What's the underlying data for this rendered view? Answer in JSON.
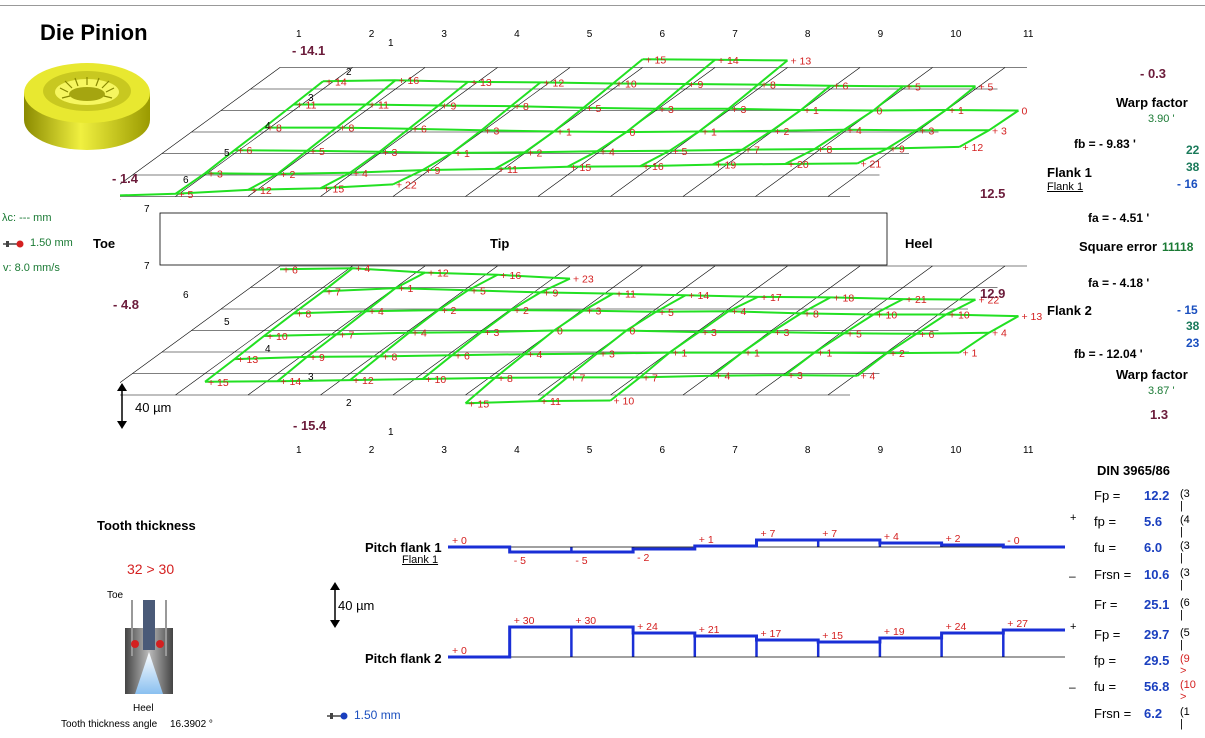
{
  "title": "Die Pinion",
  "left_panel": {
    "lambda_c": "λc: --- mm",
    "probe": "1.50 mm",
    "velocity": "v:  8.0 mm/s",
    "scale": "40 µm"
  },
  "topo": {
    "col_numbers": [
      "1",
      "2",
      "3",
      "4",
      "5",
      "6",
      "7",
      "8",
      "9",
      "10",
      "11"
    ],
    "row_numbers": [
      "1",
      "2",
      "3",
      "4",
      "5",
      "6",
      "7"
    ],
    "toe": "Toe",
    "tip": "Tip",
    "heel": "Heel",
    "corner_values": {
      "f1_top_left": "- 14.1",
      "f1_bottom_left": "- 1.4",
      "f1_right_top": "- 0.3",
      "f1_right_bottom": "12.5",
      "f2_top_left": "- 4.8",
      "f2_bottom_left": "- 15.4",
      "f2_right_top": "12.9",
      "f2_right_bottom": "1.3"
    },
    "flank1_rows": [
      [
        "",
        "",
        "",
        "",
        "",
        "15",
        "14",
        "13",
        "",
        "",
        ""
      ],
      [
        "",
        "14",
        "16",
        "13",
        "12",
        "10",
        "9",
        "8",
        "6",
        "5",
        "5"
      ],
      [
        "",
        "11",
        "11",
        "9",
        "8",
        "5",
        "3",
        "3",
        "1",
        "0",
        "1",
        "0"
      ],
      [
        "",
        "8",
        "8",
        "6",
        "3",
        "1",
        "0",
        "1",
        "2",
        "4",
        "3",
        "3"
      ],
      [
        "",
        "6",
        "5",
        "3",
        "1",
        "2",
        "4",
        "5",
        "7",
        "8",
        "9",
        "12"
      ],
      [
        "",
        "3",
        "2",
        "4",
        "9",
        "11",
        "15",
        "16",
        "19",
        "20",
        "21"
      ],
      [
        "1",
        "5",
        "12",
        "15",
        "22"
      ]
    ],
    "flank2_rows": [
      [
        "6",
        "4",
        "12",
        "16",
        "23"
      ],
      [
        "",
        "7",
        "1",
        "5",
        "9",
        "11",
        "14",
        "17",
        "18",
        "21",
        "22"
      ],
      [
        "",
        "8",
        "4",
        "2",
        "2",
        "3",
        "5",
        "4",
        "8",
        "10",
        "10",
        "13"
      ],
      [
        "",
        "10",
        "7",
        "4",
        "3",
        "0",
        "0",
        "3",
        "3",
        "5",
        "6",
        "4"
      ],
      [
        "",
        "13",
        "9",
        "8",
        "6",
        "4",
        "3",
        "1",
        "1",
        "1",
        "2",
        "1"
      ],
      [
        "",
        "15",
        "14",
        "12",
        "10",
        "8",
        "7",
        "7",
        "4",
        "3",
        "4"
      ],
      [
        "",
        "",
        "",
        "",
        "",
        "15",
        "11",
        "10",
        "",
        "",
        ""
      ]
    ]
  },
  "right_panel": {
    "warp1_label": "Warp factor",
    "warp1_value": "3.90 '",
    "fb1": "fb = - 9.83 '",
    "flank1": "Flank 1",
    "flank1_link": "Flank 1",
    "fa1": "fa = - 4.51 '",
    "square_error_label": "Square error",
    "square_error_value": "11118",
    "fa2": "fa = - 4.18 '",
    "flank2": "Flank 2",
    "fb2": "fb = - 12.04 '",
    "warp2_label": "Warp factor",
    "warp2_value": "3.87 '",
    "cut1": [
      "22",
      "38",
      "- 16"
    ],
    "cut2": [
      "- 15",
      "38",
      "23"
    ]
  },
  "tooth_thickness": {
    "label": "Tooth thickness",
    "value": "32 > 30",
    "toe": "Toe",
    "heel": "Heel",
    "angle_label": "Tooth thickness angle",
    "angle_value": "16.3902 °"
  },
  "pitch": {
    "flank1_label": "Pitch flank 1",
    "flank1_link": "Flank 1",
    "flank2_label": "Pitch flank 2",
    "scale": "40 µm",
    "probe": "1.50 mm",
    "flank1_values": [
      0,
      -5,
      -5,
      -2,
      1,
      7,
      7,
      4,
      2,
      0
    ],
    "flank1_labels": [
      "+ 0",
      "- 5",
      "- 5",
      "- 2",
      "+ 1",
      "+ 7",
      "+ 7",
      "+ 4",
      "+ 2",
      "- 0"
    ],
    "flank2_values": [
      0,
      30,
      30,
      24,
      21,
      17,
      15,
      19,
      24,
      27
    ],
    "flank2_labels": [
      "+ 0",
      "+ 30",
      "+ 30",
      "+ 24",
      "+ 21",
      "+ 17",
      "+ 15",
      "+ 19",
      "+ 24",
      "+ 27"
    ]
  },
  "din": {
    "title": "DIN 3965/86",
    "plus1": "+",
    "minus1": "–",
    "plus2": "+",
    "minus2": "–",
    "rows": [
      {
        "name": "Fp =",
        "value": "12.2",
        "rank": "(3 |"
      },
      {
        "name": "fp =",
        "value": "5.6",
        "rank": "(4 |"
      },
      {
        "name": "fu =",
        "value": "6.0",
        "rank": "(3 |"
      },
      {
        "name": "Frsn =",
        "value": "10.6",
        "rank": "(3 |"
      },
      {
        "name": "Fr =",
        "value": "25.1",
        "rank": "(6 |"
      },
      {
        "name": "Fp =",
        "value": "29.7",
        "rank": "(5 |"
      },
      {
        "name": "fp =",
        "value": "29.5",
        "rank": "(9 >"
      },
      {
        "name": "fu =",
        "value": "56.8",
        "rank": "(10 >"
      },
      {
        "name": "Frsn =",
        "value": "6.2",
        "rank": "(1 |"
      }
    ]
  },
  "colors": {
    "mesh": "#22e022",
    "value": "#d42020",
    "blue_bar": "#1a2fd6",
    "maroon": "#6b1b3a"
  }
}
